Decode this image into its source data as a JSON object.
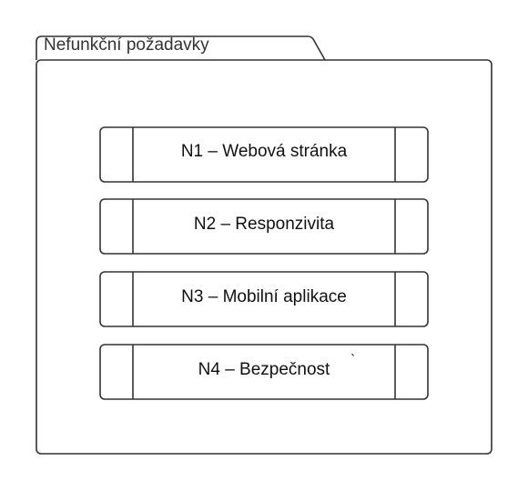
{
  "package": {
    "title": "Nefunkční požadavky"
  },
  "requirements": [
    {
      "label": "N1 – Webová stránka"
    },
    {
      "label": "N2 – Responzivita"
    },
    {
      "label": "N3 – Mobilní aplikace"
    },
    {
      "label": "N4 – Bezpečnost"
    }
  ],
  "stray_mark": "`",
  "colors": {
    "stroke": "#333333",
    "text": "#111111",
    "background": "#ffffff"
  }
}
